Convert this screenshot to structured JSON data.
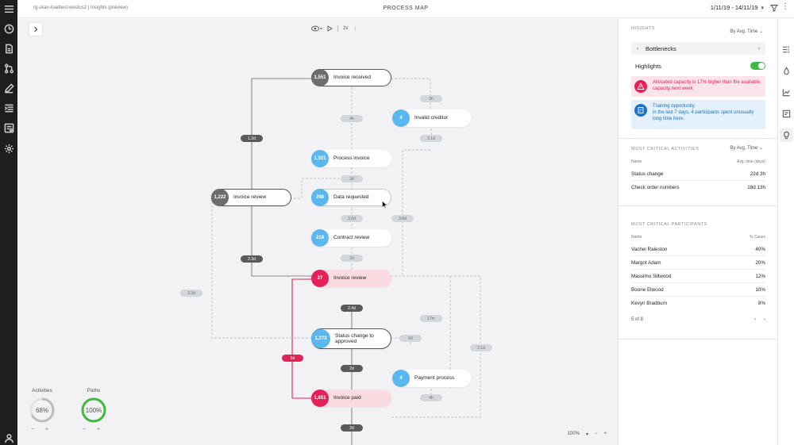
{
  "topbar": {
    "breadcrumb": "rg-skan-loadtest-westus2 | Insights (preview)",
    "title": "PROCESS MAP",
    "date_range": "1/11/19 - 14/11/19"
  },
  "nav": {
    "icons": [
      "menu-icon",
      "clock-icon",
      "document-icon",
      "branch-icon",
      "pencil-icon",
      "list-indent-icon",
      "report-icon",
      "gear-icon",
      "user-icon"
    ]
  },
  "canvas_toolbar": {
    "speed": "2x"
  },
  "nodes": [
    {
      "id": "invoice-received",
      "count": "1,551",
      "label": "Invoice received",
      "style": "gray"
    },
    {
      "id": "invalid-creditor",
      "count": "4",
      "label": "Invalid creditor",
      "style": "blue"
    },
    {
      "id": "process-invoice",
      "count": "1,551",
      "label": "Process invoice",
      "style": "blue"
    },
    {
      "id": "invoice-review-main",
      "count": "1,222",
      "label": "Invoice review",
      "style": "gray"
    },
    {
      "id": "data-requested",
      "count": "298",
      "label": "Data requested",
      "style": "blue"
    },
    {
      "id": "contract-review",
      "count": "218",
      "label": "Contract review",
      "style": "blue"
    },
    {
      "id": "invoice-review",
      "count": "27",
      "label": "Invoice review",
      "style": "red"
    },
    {
      "id": "status-change",
      "count": "1,273",
      "label": "Status change to approved",
      "style": "blue"
    },
    {
      "id": "payment-process",
      "count": "4",
      "label": "Payment process",
      "style": "blue"
    },
    {
      "id": "invoice-paid",
      "count": "1,651",
      "label": "Invoice paid",
      "style": "red"
    }
  ],
  "edges": {
    "e1": "1.2d",
    "e2": "4h",
    "e3": "3h",
    "e4": "3.1d",
    "e5": "3d",
    "e6": "3.5d",
    "e7": "3.6d",
    "e8": "2d",
    "e9": "3.3d",
    "e10": "2.3d",
    "e11": "2.4d",
    "e12": "17m",
    "e13": "6d",
    "e14": "6d",
    "e15": "2d",
    "e16": "2.1d",
    "e17": "4h",
    "e18": "2d"
  },
  "gauges": {
    "activities": {
      "title": "Activities",
      "value": "68%",
      "fraction": 0.68,
      "color": "#bdbdbd"
    },
    "paths": {
      "title": "Paths",
      "value": "100%",
      "fraction": 1.0,
      "color": "#3fb93f"
    }
  },
  "gauge_controls": "− +",
  "zoom": {
    "level": "100%",
    "minus": "−",
    "plus": "+"
  },
  "insights": {
    "title": "INSIGHTS",
    "sort": "By Avg. Time",
    "carousel": "Bottlenecks",
    "highlights": "Highlights",
    "alert_capacity": "Allocated capacity is 17% higher than the available capacity next week",
    "alert_training_title": "Training opportunity",
    "alert_training_body": "in the last 7 days, 4 participants spent unusually long time here."
  },
  "activities": {
    "title": "MOST CRITICAL ACTIVITIES",
    "sort": "By Avg. Time",
    "col_name": "Name",
    "col_value": "Avg. time (days)",
    "rows": [
      {
        "name": "Status change",
        "value": "22d 3h"
      },
      {
        "name": "Check order numbers",
        "value": "18d 13h"
      }
    ]
  },
  "participants": {
    "title": "MOST CRITICAL PARTICIPANTS",
    "col_name": "Name",
    "col_value": "% Cases",
    "rows": [
      {
        "name": "Vachel Raleston",
        "value": "40%"
      },
      {
        "name": "Margot Adam",
        "value": "20%"
      },
      {
        "name": "Massimo Sillwood",
        "value": "12%"
      },
      {
        "name": "Boone Elwood",
        "value": "10%"
      },
      {
        "name": "Kevyn Bradburn",
        "value": "8%"
      }
    ],
    "pager": "5 of 8"
  },
  "colors": {
    "accent_red": "#e5215a",
    "accent_blue": "#5bb8ef",
    "success": "#3fb93f"
  }
}
